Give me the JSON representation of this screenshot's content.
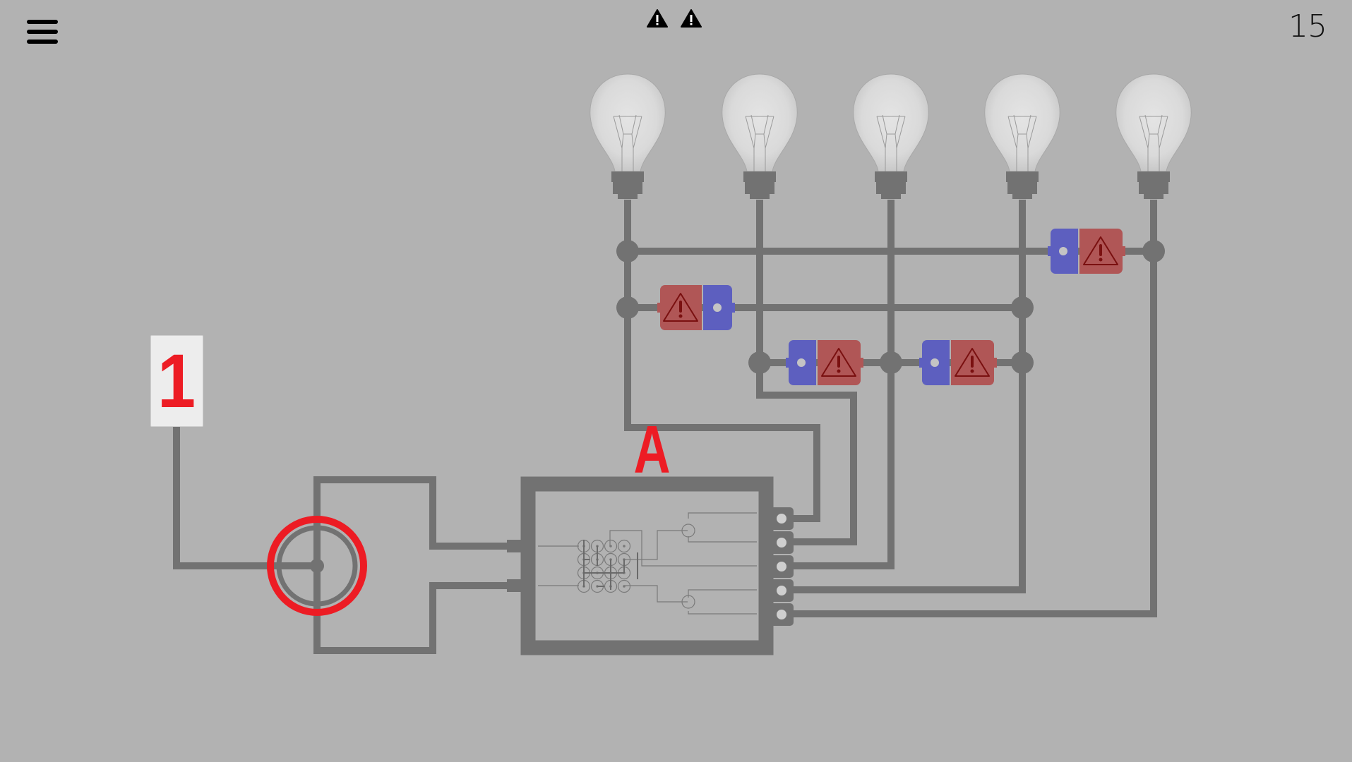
{
  "header": {
    "menu_icon": "hamburger-menu-icon",
    "warnings": [
      {
        "icon": "warning-triangle-icon"
      },
      {
        "icon": "warning-triangle-icon"
      }
    ],
    "level_number": "15"
  },
  "board": {
    "input_card": {
      "value": "1"
    },
    "logic_box": {
      "label": "A",
      "outputs": 5
    },
    "switch": {
      "state": "selected",
      "highlight_color": "#ed1c24"
    },
    "bulbs": [
      {
        "id": 1,
        "lit": false
      },
      {
        "id": 2,
        "lit": false
      },
      {
        "id": 3,
        "lit": false
      },
      {
        "id": 4,
        "lit": false
      },
      {
        "id": 5,
        "lit": false
      }
    ],
    "components": [
      {
        "id": "c1",
        "type": "diode",
        "warning": true,
        "order": "red-blue"
      },
      {
        "id": "c2",
        "type": "diode",
        "warning": true,
        "order": "blue-red"
      },
      {
        "id": "c3",
        "type": "diode",
        "warning": true,
        "order": "blue-red"
      },
      {
        "id": "c4",
        "type": "diode",
        "warning": true,
        "order": "blue-red"
      }
    ]
  },
  "colors": {
    "background": "#b2b2b2",
    "wire": "#727272",
    "accent_red": "#ed1c24",
    "component_red": "#b05656",
    "component_blue": "#5d5fbf",
    "warning_dark": "#7a1010"
  }
}
